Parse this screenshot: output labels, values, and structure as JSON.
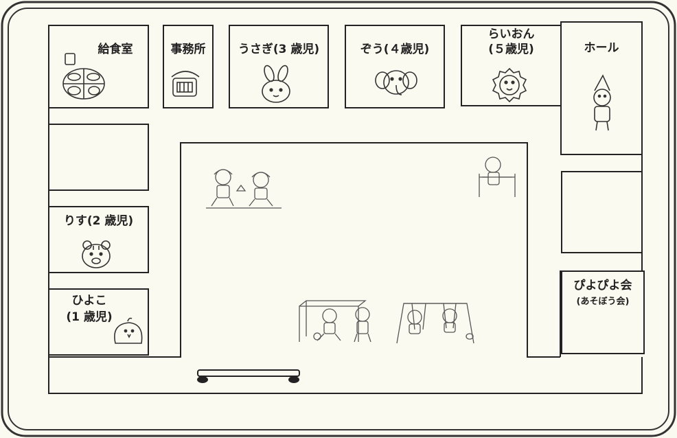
{
  "rooms": {
    "kitchen": {
      "label": "給食室"
    },
    "office": {
      "label": "事務所"
    },
    "usagi": {
      "label": "うさぎ(3 歳児)"
    },
    "zou": {
      "label": "ぞう(４歳児)"
    },
    "raion": {
      "line1": "らいおん",
      "line2": "(５歳児)"
    },
    "hall": {
      "label": "ホール"
    },
    "risu": {
      "label": "りす(2 歳児)"
    },
    "hiyoko": {
      "line1": "ひよこ",
      "line2": "(1 歳児)"
    },
    "piyopiyo": {
      "line1": "ぴよぴよ会",
      "line2": "(あそぼう会)"
    }
  },
  "colors": {
    "background": "#fbfaf0",
    "frame": "#333333",
    "wall": "#222222"
  },
  "icons": [
    "lunch-tray-icon",
    "telephone-icon",
    "rabbit-icon",
    "elephant-icon",
    "lion-icon",
    "party-child-icon",
    "tiger-cub-icon",
    "chick-icon",
    "children-sandbox-icon",
    "child-horizontal-bar-icon",
    "children-soccer-goal-icon",
    "children-swing-icon",
    "entrance-mat-icon"
  ]
}
